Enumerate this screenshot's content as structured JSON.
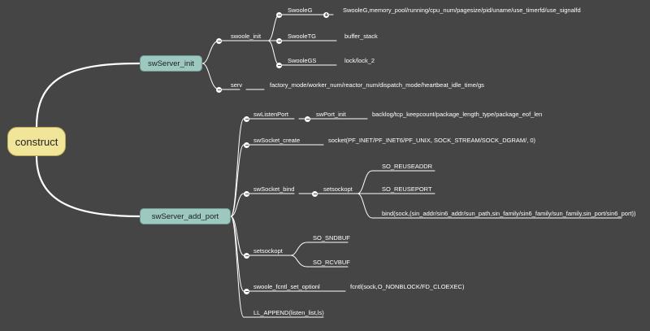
{
  "root": {
    "label": "construct"
  },
  "init": {
    "label": "swServer_init",
    "swoole_init": "swoole_init",
    "swooleg": "SwooleG",
    "swooleg_fields": "SwooleG,memory_pool/running/cpu_num/pagesize/pid/uname/use_timerfd/use_signalfd",
    "swooletg": "SwooleTG",
    "buffer_stack": "buffer_stack",
    "swoolegs": "SwooleGS",
    "lock": "lock/lock_2",
    "serv": "serv",
    "serv_fields": "factory_mode/worker_num/reactor_num/dispatch_mode/heartbeat_idle_time/gs"
  },
  "add_port": {
    "label": "swServer_add_port",
    "listen_port": "swListenPort",
    "port_init": "swPort_init",
    "port_fields": "backlog/tcp_keepcount/package_length_type/package_eof_len",
    "socket_create": "swSocket_create",
    "socket_call": "socket(PF_INET/PF_INET6/PF_UNIX, SOCK_STREAM/SOCK_DGRAM/, 0)",
    "socket_bind": "swSocket_bind",
    "setsockopt_inner": "setsockopt",
    "reuseaddr": "SO_REUSEADDR",
    "reuseport": "SO_REUSEPORT",
    "bind_call": "bind(sock,(sin_addr/sin6_addr/sun_path,sin_family/sin6_family/sun_family,sin_port/sin6_port))",
    "setsockopt": "setsockopt",
    "sndbuf": "SO_SNDBUF",
    "rcvbuf": "SO_RCVBUF",
    "fcntl_opt": "swoole_fcntl_set_optionl",
    "fcntl_call": "fcntl(sock,O_NONBLOCK/FD_CLOEXEC)",
    "ll_append": "LL_APPEND(listen_list,ls)"
  }
}
